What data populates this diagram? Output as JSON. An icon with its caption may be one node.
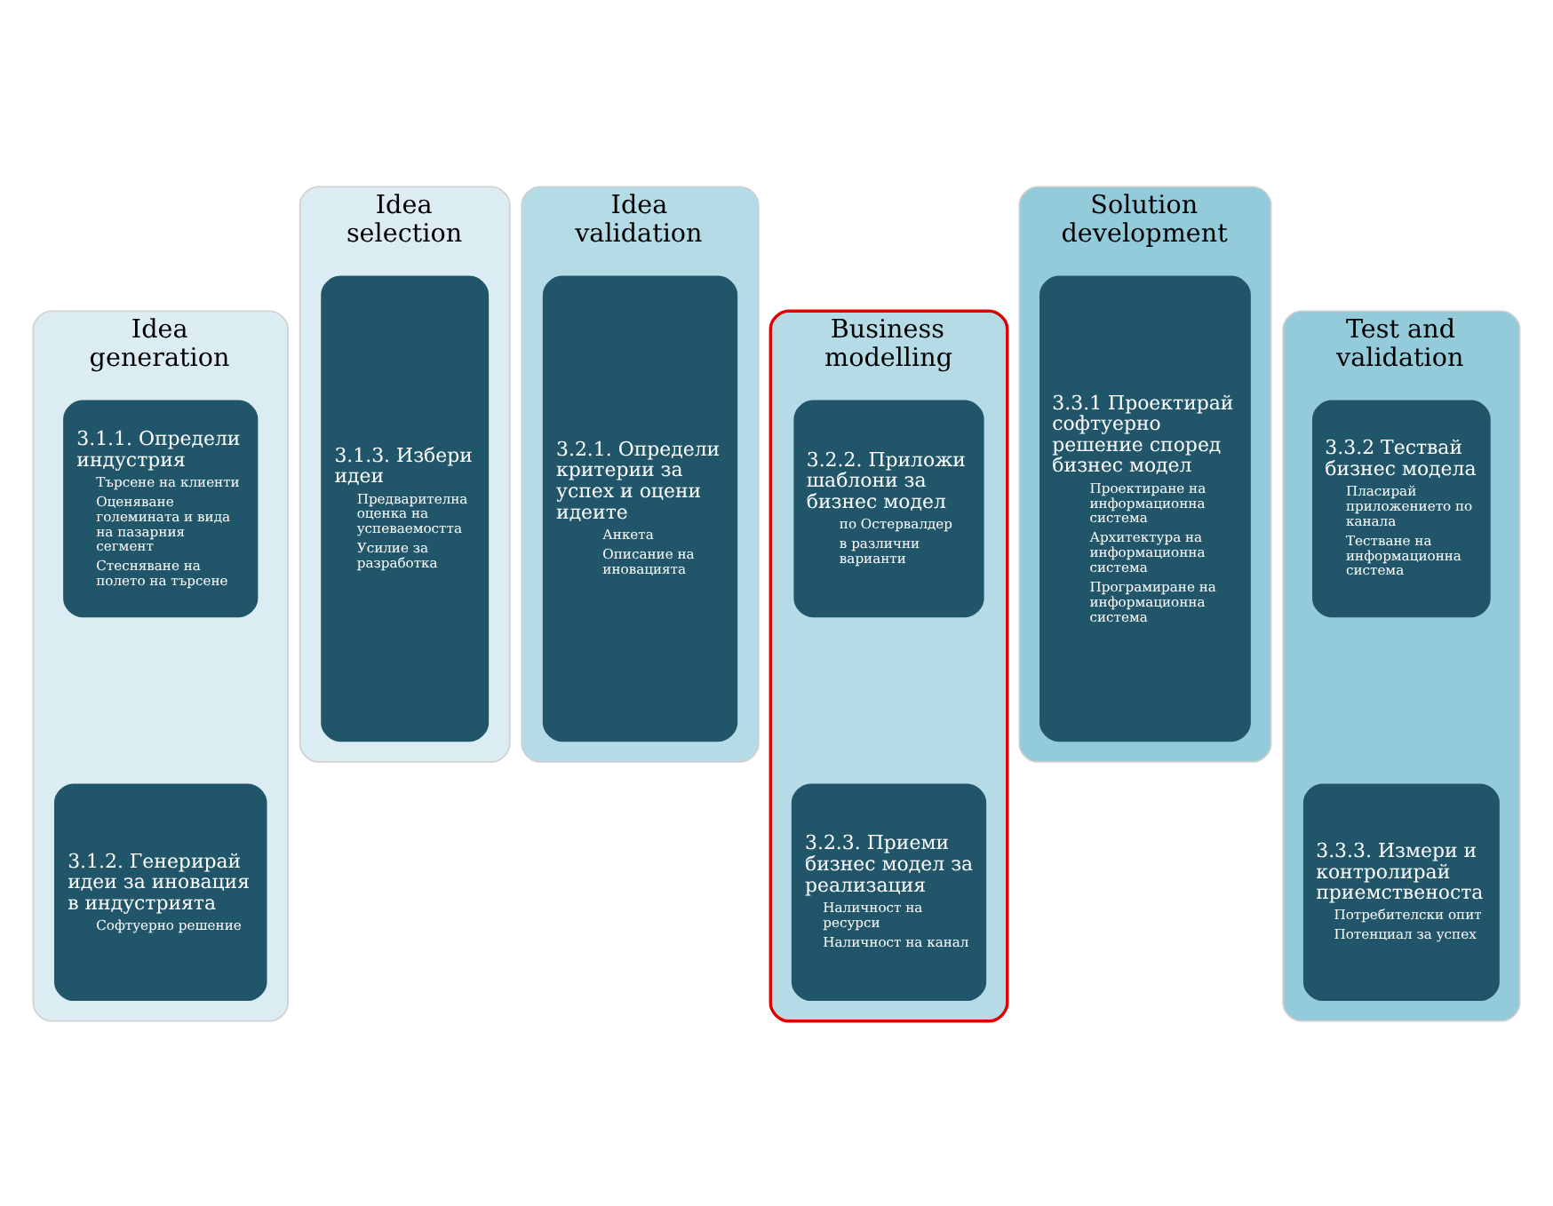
{
  "diagram": {
    "nodes": [
      {
        "text": [
          "Idea generation"
        ]
      },
      {
        "text": [
          "3.1.1. Определи индустрия",
          "Търсене на клиенти",
          "Оценяване големината и вида на пазарния сегмент",
          "Стесняване на полето на търсене"
        ],
        "in": 0
      },
      {
        "text": [
          "3.1.2. Генерирай идеи за иновация в индустрията",
          "Софтуерно решение"
        ],
        "in": 0
      },
      {
        "text": [
          "Idea selection"
        ]
      },
      {
        "text": [
          "3.1.3. Избери идеи",
          "Предварителна оценка на успеваемостта",
          "Усилие за разработка"
        ],
        "in": 3
      },
      {
        "text": [
          "Idea validation"
        ]
      },
      {
        "text": [
          "3.2.1. Определи критерии за успех и оцени идеите",
          "Анкета",
          "Описание на иновацията"
        ],
        "in": 5
      },
      {
        "text": [
          "Business modelling"
        ]
      },
      {
        "text": [
          "3.2.2. Приложи шаблони за бизнес модел",
          "по Остервалдер",
          "в различни варианти"
        ],
        "in": 7
      },
      {
        "text": [
          "3.2.3. Приеми бизнес модел за реализация",
          "Наличност на ресурси",
          "Наличност на канал"
        ],
        "in": 7
      },
      {
        "text": [
          "Solution development"
        ]
      },
      {
        "text": [
          "3.3.1 Проектирай софтуерно решение според бизнес модел",
          "Проектиране на информационна система",
          "Архитектура на информационна система",
          "Програмиране на информационна система"
        ],
        "in": 10
      },
      {
        "text": [
          "Test and validation"
        ]
      },
      {
        "text": [
          "3.3.2 Тествай бизнес модела",
          "Пласирай приложението по канала",
          "Тестване на информационна система"
        ],
        "in": 12
      },
      {
        "text": [
          "3.3.3. Измери и контролирай приемственоста",
          "Потребителски опит",
          "Потенциал за успех"
        ],
        "in": 12
      }
    ],
    "edges": []
  }
}
